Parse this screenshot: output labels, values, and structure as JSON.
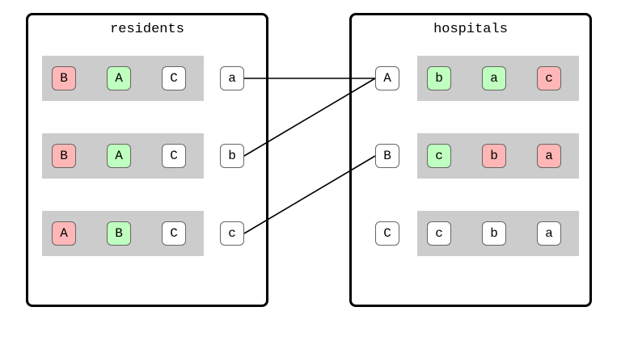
{
  "colors": {
    "rejected": "#ffb6b6",
    "accepted": "#bfffbf",
    "neutral": "#ffffff",
    "bar": "#cccccc"
  },
  "residents": {
    "title": "residents",
    "rows": [
      {
        "id": "a",
        "prefs": [
          {
            "label": "B",
            "state": "red"
          },
          {
            "label": "A",
            "state": "green"
          },
          {
            "label": "C",
            "state": "none"
          }
        ]
      },
      {
        "id": "b",
        "prefs": [
          {
            "label": "B",
            "state": "red"
          },
          {
            "label": "A",
            "state": "green"
          },
          {
            "label": "C",
            "state": "none"
          }
        ]
      },
      {
        "id": "c",
        "prefs": [
          {
            "label": "A",
            "state": "red"
          },
          {
            "label": "B",
            "state": "green"
          },
          {
            "label": "C",
            "state": "none"
          }
        ]
      }
    ]
  },
  "hospitals": {
    "title": "hospitals",
    "rows": [
      {
        "id": "A",
        "prefs": [
          {
            "label": "b",
            "state": "green"
          },
          {
            "label": "a",
            "state": "green"
          },
          {
            "label": "c",
            "state": "red"
          }
        ]
      },
      {
        "id": "B",
        "prefs": [
          {
            "label": "c",
            "state": "green"
          },
          {
            "label": "b",
            "state": "red"
          },
          {
            "label": "a",
            "state": "red"
          }
        ]
      },
      {
        "id": "C",
        "prefs": [
          {
            "label": "c",
            "state": "none"
          },
          {
            "label": "b",
            "state": "none"
          },
          {
            "label": "a",
            "state": "none"
          }
        ]
      }
    ]
  },
  "matches": [
    {
      "resident": "a",
      "hospital": "A"
    },
    {
      "resident": "b",
      "hospital": "A"
    },
    {
      "resident": "c",
      "hospital": "B"
    }
  ]
}
